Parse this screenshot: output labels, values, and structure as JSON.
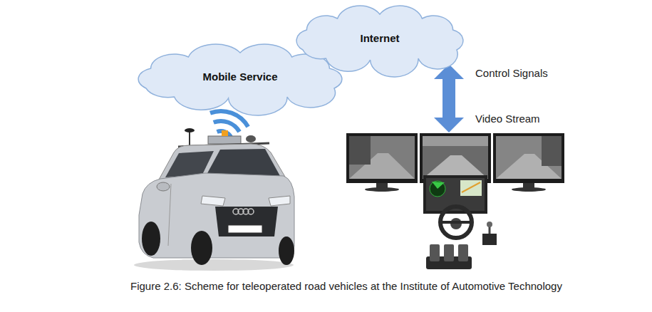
{
  "diagram": {
    "caption": "Figure 2.6: Scheme for teleoperated road vehicles at the Institute of Automotive Technology",
    "nodes": [
      {
        "text": [
          "Internet"
        ]
      },
      {
        "text": [
          "Mobile Service"
        ]
      }
    ],
    "labels": [
      "Control Signals",
      "Video Stream"
    ]
  }
}
